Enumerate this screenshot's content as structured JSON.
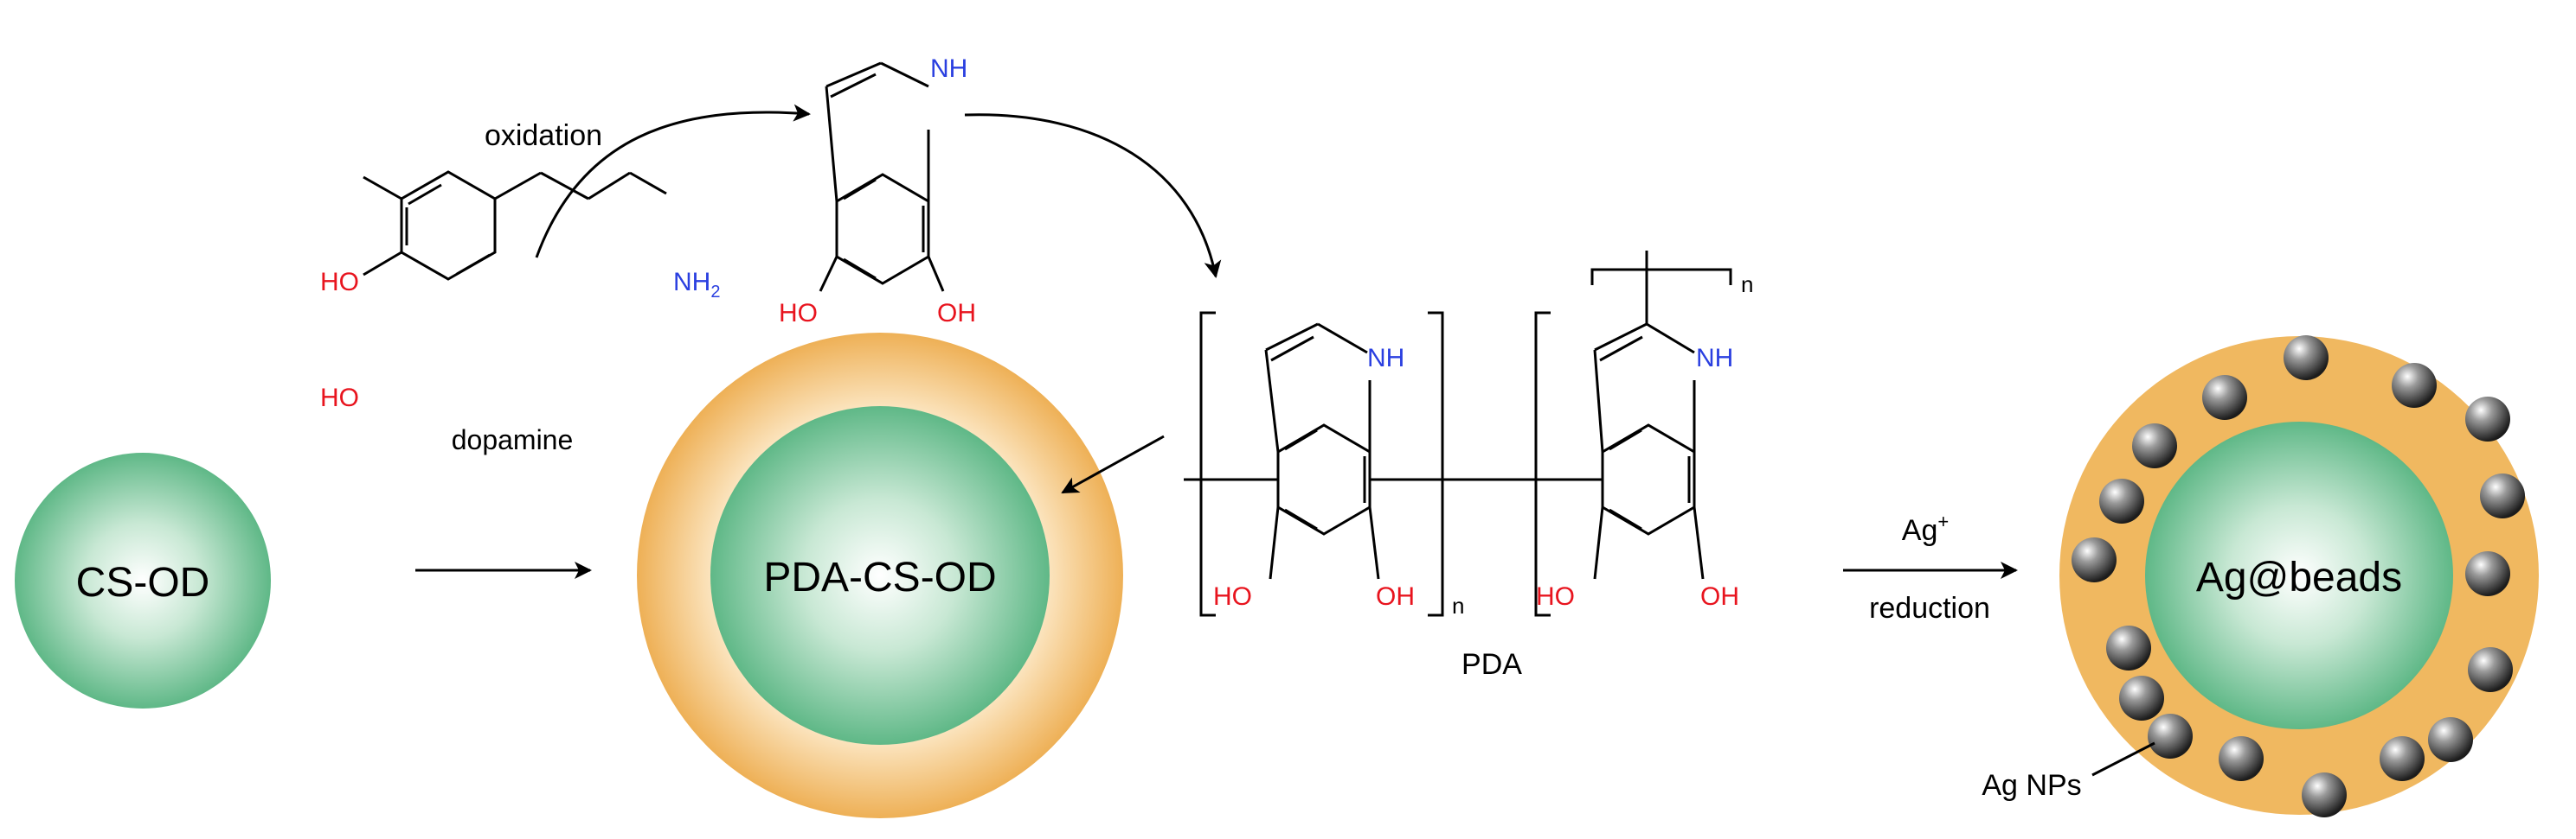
{
  "beads": {
    "cs_od": "CS-OD",
    "pda_cs_od": "PDA-CS-OD",
    "ag_beads": "Ag@beads"
  },
  "molecules": {
    "dopamine_name": "dopamine",
    "oh": "OH",
    "ho": "HO",
    "nh": "NH",
    "nh2_base": "NH",
    "nh2_sub": "2"
  },
  "steps": {
    "oxidation": "oxidation",
    "pda": "PDA",
    "polymer_n": "n",
    "ag_ion_base": "Ag",
    "ag_ion_sup": "+",
    "reduction": "reduction",
    "ag_nps": "Ag NPs"
  },
  "colors": {
    "core_green": "#76c49a",
    "shell_orange": "#f0b860",
    "oxygen_red": "#e8141e",
    "nitrogen_blue": "#2a3fe0",
    "bond_black": "#000000"
  }
}
